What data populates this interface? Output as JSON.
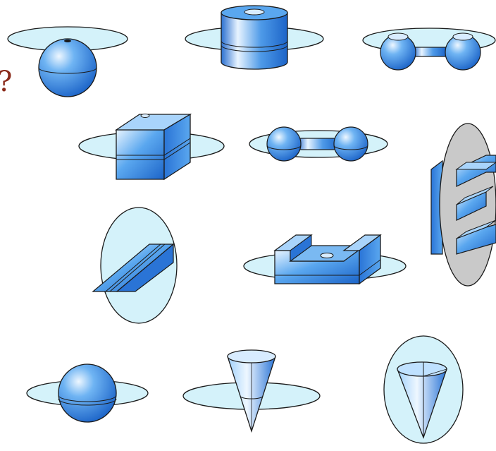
{
  "stray_text": "?",
  "colors": {
    "plane_fill": "#d4f2fa",
    "plane_stroke": "#1a1a1a",
    "solid_light": "#e6f3ff",
    "solid_mid": "#58a6ef",
    "solid_dark": "#1c64c8",
    "vertical_plane_gray": "#c9c9c9"
  },
  "figures": [
    {
      "name": "sphere-with-horizontal-plane",
      "solid": "sphere",
      "plane": "horizontal"
    },
    {
      "name": "cylinder-with-hole-horizontal-plane",
      "solid": "hollow-cylinder",
      "plane": "horizontal"
    },
    {
      "name": "dumbbell-with-horizontal-plane",
      "solid": "dumbbell",
      "plane": "horizontal"
    },
    {
      "name": "cube-with-horizontal-plane",
      "solid": "cube",
      "plane": "horizontal"
    },
    {
      "name": "dumbbell-with-horizontal-plane-2",
      "solid": "dumbbell",
      "plane": "horizontal"
    },
    {
      "name": "e-shape-with-vertical-plane",
      "solid": "e-shaped-block",
      "plane": "vertical-gray"
    },
    {
      "name": "wedge-with-vertical-plane",
      "solid": "wedge",
      "plane": "vertical"
    },
    {
      "name": "u-block-with-horizontal-plane",
      "solid": "u-shaped-block",
      "plane": "horizontal"
    },
    {
      "name": "sphere-with-horizontal-plane-2",
      "solid": "sphere",
      "plane": "horizontal"
    },
    {
      "name": "cone-with-horizontal-plane",
      "solid": "cone",
      "plane": "horizontal"
    },
    {
      "name": "cone-with-vertical-plane",
      "solid": "cone",
      "plane": "vertical"
    }
  ]
}
